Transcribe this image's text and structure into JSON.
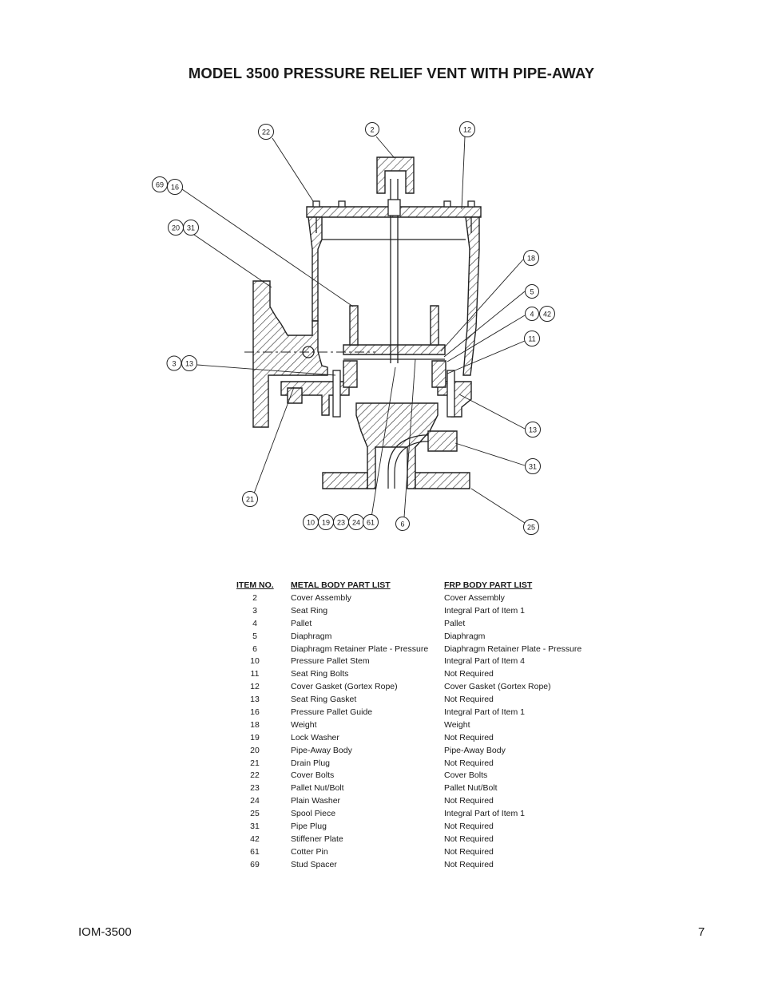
{
  "title": "MODEL 3500 PRESSURE RELIEF VENT WITH PIPE-AWAY",
  "drawing": {
    "callouts": [
      {
        "id": "c22",
        "label": "22"
      },
      {
        "id": "c2",
        "label": "2"
      },
      {
        "id": "c12",
        "label": "12"
      },
      {
        "id": "c69",
        "label": "69"
      },
      {
        "id": "c16",
        "label": "16"
      },
      {
        "id": "c20",
        "label": "20"
      },
      {
        "id": "c31a",
        "label": "31"
      },
      {
        "id": "c18",
        "label": "18"
      },
      {
        "id": "c5",
        "label": "5"
      },
      {
        "id": "c4",
        "label": "4"
      },
      {
        "id": "c42",
        "label": "42"
      },
      {
        "id": "c11",
        "label": "11"
      },
      {
        "id": "c3",
        "label": "3"
      },
      {
        "id": "c13a",
        "label": "13"
      },
      {
        "id": "c13b",
        "label": "13"
      },
      {
        "id": "c31b",
        "label": "31"
      },
      {
        "id": "c21",
        "label": "21"
      },
      {
        "id": "c10",
        "label": "10"
      },
      {
        "id": "c19",
        "label": "19"
      },
      {
        "id": "c23",
        "label": "23"
      },
      {
        "id": "c24",
        "label": "24"
      },
      {
        "id": "c61",
        "label": "61"
      },
      {
        "id": "c6",
        "label": "6"
      },
      {
        "id": "c25",
        "label": "25"
      }
    ]
  },
  "parts_table": {
    "headers": {
      "item": "ITEM NO.",
      "metal": "METAL BODY PART LIST",
      "frp": "FRP BODY PART LIST"
    },
    "rows": [
      {
        "item": "2",
        "metal": "Cover Assembly",
        "frp": "Cover Assembly"
      },
      {
        "item": "3",
        "metal": "Seat Ring",
        "frp": "Integral Part of Item 1"
      },
      {
        "item": "4",
        "metal": "Pallet",
        "frp": "Pallet"
      },
      {
        "item": "5",
        "metal": "Diaphragm",
        "frp": "Diaphragm"
      },
      {
        "item": "6",
        "metal": "Diaphragm Retainer Plate - Pressure",
        "frp": "Diaphragm Retainer Plate - Pressure"
      },
      {
        "item": "10",
        "metal": "Pressure Pallet Stem",
        "frp": "Integral Part of Item 4"
      },
      {
        "item": "11",
        "metal": "Seat Ring Bolts",
        "frp": "Not Required"
      },
      {
        "item": "12",
        "metal": "Cover Gasket (Gortex Rope)",
        "frp": "Cover Gasket (Gortex Rope)"
      },
      {
        "item": "13",
        "metal": "Seat Ring Gasket",
        "frp": "Not Required"
      },
      {
        "item": "16",
        "metal": "Pressure Pallet Guide",
        "frp": "Integral Part of Item 1"
      },
      {
        "item": "18",
        "metal": "Weight",
        "frp": "Weight"
      },
      {
        "item": "19",
        "metal": "Lock Washer",
        "frp": "Not Required"
      },
      {
        "item": "20",
        "metal": "Pipe-Away Body",
        "frp": "Pipe-Away Body"
      },
      {
        "item": "21",
        "metal": "Drain Plug",
        "frp": "Not Required"
      },
      {
        "item": "22",
        "metal": "Cover Bolts",
        "frp": "Cover Bolts"
      },
      {
        "item": "23",
        "metal": "Pallet Nut/Bolt",
        "frp": "Pallet Nut/Bolt"
      },
      {
        "item": "24",
        "metal": "Plain Washer",
        "frp": "Not Required"
      },
      {
        "item": "25",
        "metal": "Spool Piece",
        "frp": "Integral Part of Item 1"
      },
      {
        "item": "31",
        "metal": "Pipe Plug",
        "frp": "Not Required"
      },
      {
        "item": "42",
        "metal": "Stiffener Plate",
        "frp": "Not Required"
      },
      {
        "item": "61",
        "metal": "Cotter Pin",
        "frp": "Not Required"
      },
      {
        "item": "69",
        "metal": "Stud Spacer",
        "frp": "Not Required"
      }
    ]
  },
  "footer": {
    "doc_id": "IOM-3500",
    "page_number": "7"
  }
}
